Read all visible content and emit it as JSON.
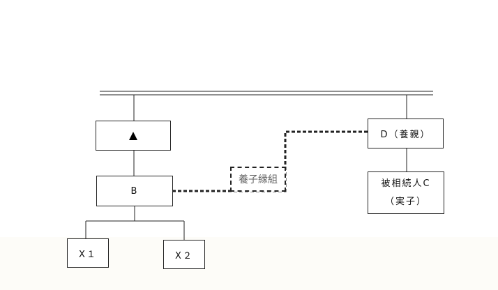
{
  "diagram": {
    "nodes": {
      "sibling_marker": {
        "icon": "black-triangle-icon"
      },
      "b": {
        "label": "B"
      },
      "d": {
        "label": "D（養親）"
      },
      "c": {
        "line1": "被相続人C",
        "line2": "（実子）"
      },
      "x1": {
        "label": "X１"
      },
      "x2": {
        "label": "X２"
      }
    },
    "adoption_link": {
      "label": "養子縁組"
    }
  }
}
